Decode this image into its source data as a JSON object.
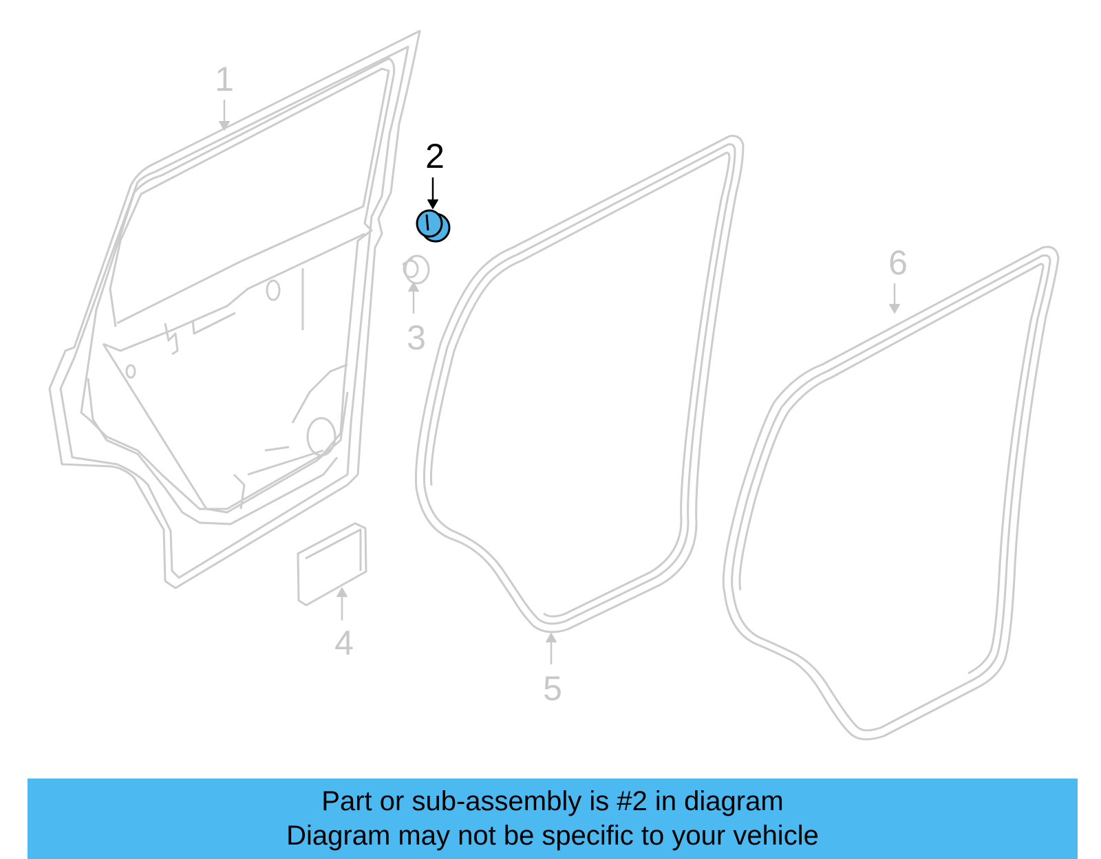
{
  "callouts": {
    "c1": "1",
    "c2": "2",
    "c3": "3",
    "c4": "4",
    "c5": "5",
    "c6": "6"
  },
  "highlighted_part": "2",
  "banner": {
    "line1": "Part or sub-assembly is #2 in diagram",
    "line2": "Diagram may not be specific to your vehicle"
  },
  "colors": {
    "banner": "#4cb9f0",
    "highlight": "#4fb3e8",
    "faded_line": "#cccccc",
    "active_line": "#000000"
  }
}
